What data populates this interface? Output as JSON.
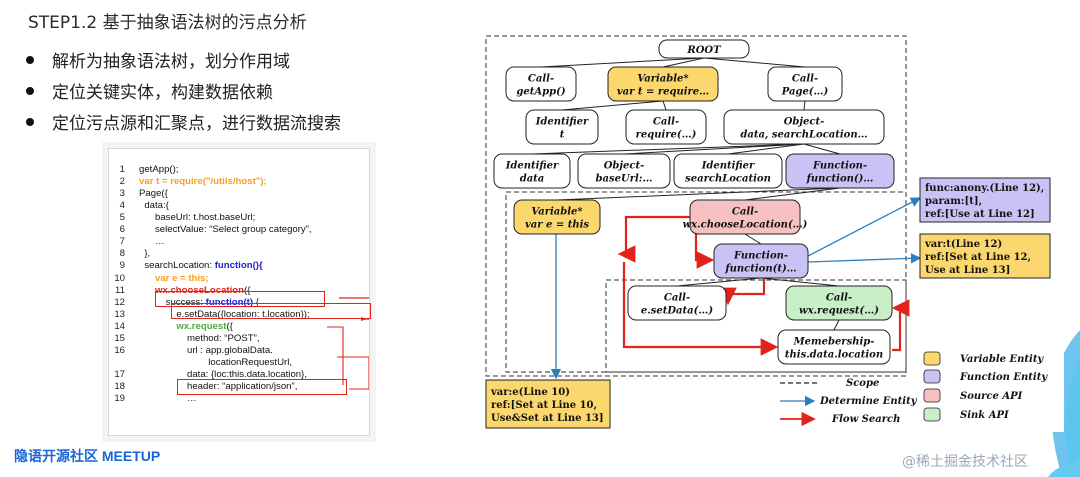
{
  "slide": {
    "title": "STEP1.2 基于抽象语法树的污点分析",
    "bullets": [
      "解析为抽象语法树，划分作用域",
      "定位关键实体，构建数据依赖",
      "定位污点源和汇聚点，进行数据流搜索"
    ],
    "footer": "隐语开源社区 MEETUP",
    "watermark": "@稀土掘金技术社区"
  },
  "code": [
    {
      "n": "1",
      "segments": [
        {
          "t": "getApp();",
          "c": ""
        }
      ]
    },
    {
      "n": "2",
      "segments": [
        {
          "t": "var t = require(\"/utils/host\");",
          "c": "orange"
        }
      ]
    },
    {
      "n": "3",
      "segments": [
        {
          "t": "Page({",
          "c": ""
        }
      ]
    },
    {
      "n": "4",
      "segments": [
        {
          "t": "  data:{",
          "c": ""
        }
      ]
    },
    {
      "n": "5",
      "segments": [
        {
          "t": "      baseUrl: t.host.baseUrl;",
          "c": ""
        }
      ]
    },
    {
      "n": "6",
      "segments": [
        {
          "t": "      selectValue: “Select group category”,",
          "c": ""
        }
      ]
    },
    {
      "n": "7",
      "segments": [
        {
          "t": "      …",
          "c": ""
        }
      ]
    },
    {
      "n": "8",
      "segments": [
        {
          "t": "  },",
          "c": ""
        }
      ]
    },
    {
      "n": "9",
      "segments": [
        {
          "t": "  searchLocation: ",
          "c": ""
        },
        {
          "t": "function(){",
          "c": "blue"
        }
      ]
    },
    {
      "n": "10",
      "segments": [
        {
          "t": "      var e = this;",
          "c": "orange"
        }
      ]
    },
    {
      "n": "11",
      "segments": [
        {
          "t": "      wx.chooseLocation",
          "c": "red"
        },
        {
          "t": "({",
          "c": ""
        }
      ]
    },
    {
      "n": "12",
      "segments": [
        {
          "t": "          success: ",
          "c": ""
        },
        {
          "t": "function(t)",
          "c": "blue"
        },
        {
          "t": " {",
          "c": ""
        }
      ]
    },
    {
      "n": "13",
      "segments": [
        {
          "t": "              e.setData({location: t.location});",
          "c": ""
        }
      ]
    },
    {
      "n": "14",
      "segments": [
        {
          "t": "              wx.request",
          "c": "green"
        },
        {
          "t": "({",
          "c": ""
        }
      ]
    },
    {
      "n": "15",
      "segments": [
        {
          "t": "                  method: “POST”,",
          "c": ""
        }
      ]
    },
    {
      "n": "16",
      "segments": [
        {
          "t": "                  url : app.globalData.",
          "c": ""
        }
      ]
    },
    {
      "n": "",
      "segments": [
        {
          "t": "                          locationRequestUrl,",
          "c": ""
        }
      ]
    },
    {
      "n": "17",
      "segments": [
        {
          "t": "                  data: {loc:this.data.location},",
          "c": ""
        }
      ]
    },
    {
      "n": "18",
      "segments": [
        {
          "t": "                  header: “application/json”,",
          "c": ""
        }
      ]
    },
    {
      "n": "19",
      "segments": [
        {
          "t": "                  …",
          "c": ""
        }
      ]
    }
  ],
  "diagram": {
    "nodes": [
      {
        "id": "root",
        "lines": [
          "ROOT"
        ],
        "kind": "plain"
      },
      {
        "id": "getapp",
        "lines": [
          "Call-",
          "getApp()"
        ],
        "kind": "plain"
      },
      {
        "id": "var_t",
        "lines": [
          "Variable*",
          "var t = require…"
        ],
        "kind": "variable"
      },
      {
        "id": "page",
        "lines": [
          "Call-",
          "Page(…)"
        ],
        "kind": "plain"
      },
      {
        "id": "ident_t",
        "lines": [
          "Identifier",
          "t"
        ],
        "kind": "plain"
      },
      {
        "id": "require",
        "lines": [
          "Call-",
          "require(…)"
        ],
        "kind": "plain"
      },
      {
        "id": "object_data",
        "lines": [
          "Object-",
          "data, searchLocation…"
        ],
        "kind": "plain"
      },
      {
        "id": "ident_data",
        "lines": [
          "Identifier",
          "data"
        ],
        "kind": "plain"
      },
      {
        "id": "obj_baseurl",
        "lines": [
          "Object-",
          "baseUrl:…"
        ],
        "kind": "plain"
      },
      {
        "id": "ident_sl",
        "lines": [
          "Identifier",
          "searchLocation"
        ],
        "kind": "plain"
      },
      {
        "id": "func_outer",
        "lines": [
          "Function-",
          "function()…"
        ],
        "kind": "function"
      },
      {
        "id": "var_e",
        "lines": [
          "Variable*",
          "var e = this"
        ],
        "kind": "variable"
      },
      {
        "id": "choose",
        "lines": [
          "Call-",
          "wx.chooseLocation(…)"
        ],
        "kind": "source"
      },
      {
        "id": "func_t",
        "lines": [
          "Function-",
          "function(t)…"
        ],
        "kind": "function"
      },
      {
        "id": "setdata",
        "lines": [
          "Call-",
          "e.setData(…)"
        ],
        "kind": "plain"
      },
      {
        "id": "request",
        "lines": [
          "Call-",
          "wx.request(…)"
        ],
        "kind": "sink"
      },
      {
        "id": "member",
        "lines": [
          "Memebership-",
          "this.data.location"
        ],
        "kind": "plain"
      }
    ],
    "info_boxes": [
      {
        "id": "info_func",
        "lines": [
          "func:anony.(Line 12),",
          "param:[t],",
          "ref:[Use at Line 12]"
        ],
        "kind": "function"
      },
      {
        "id": "info_var_t",
        "lines": [
          "var:t(Line 12)",
          "ref:[Set at Line 12,",
          "Use at Line 13]"
        ],
        "kind": "variable"
      },
      {
        "id": "info_var_e",
        "lines": [
          "var:e(Line 10)",
          "ref:[Set at Line 10,",
          "Use&Set at Line 13]"
        ],
        "kind": "variable"
      }
    ],
    "legend": {
      "scope": "Scope",
      "determine": "Determine Entity",
      "flow": "Flow Search",
      "variable": "Variable Entity",
      "function": "Function Entity",
      "source": "Source API",
      "sink": "Sink API"
    },
    "colors": {
      "variable": "#fbd76e",
      "function": "#c9c3f5",
      "source": "#f7c1c1",
      "sink": "#c8efc8",
      "plain": "#ffffff",
      "flow": "#e2231a",
      "determine": "#2a7fc0"
    }
  }
}
